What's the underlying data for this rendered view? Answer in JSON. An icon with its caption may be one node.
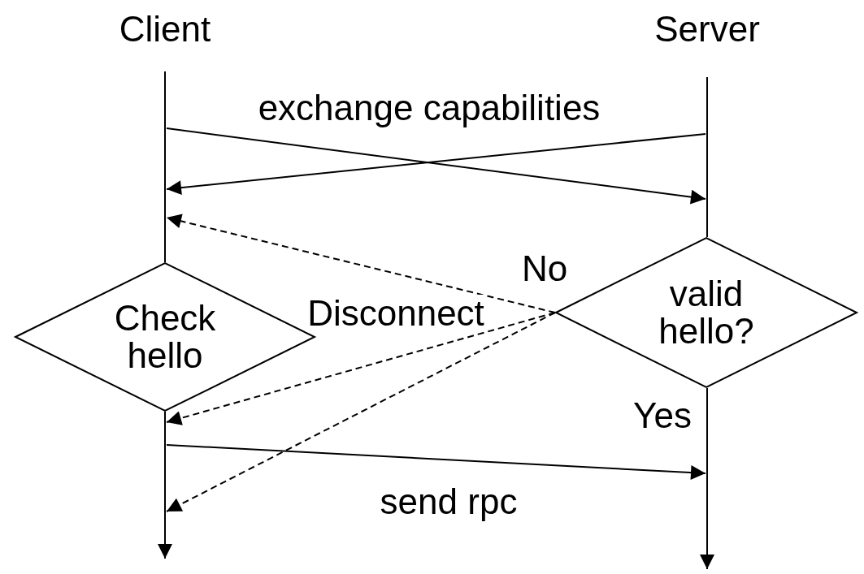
{
  "diagram": {
    "nodes": [
      {
        "text": [
          "Client"
        ]
      },
      {
        "text": [
          "Server"
        ]
      },
      {
        "text": [],
        "shape": "bar"
      },
      {
        "text": [],
        "shape": "bar"
      },
      {
        "text": [
          "Check hello"
        ]
      },
      {
        "text": [
          "valid hello?"
        ]
      },
      {
        "text": [],
        "shape": "bar"
      },
      {
        "text": [],
        "shape": "bar"
      }
    ],
    "edges": [
      {
        "from": 2,
        "to": 3,
        "arrow": "to",
        "label": "exchange capabilities"
      },
      {
        "from": 3,
        "to": 2,
        "arrow": "to"
      },
      {
        "from": 5,
        "to": 2,
        "arrow": "to",
        "style": "dashed",
        "label": "No"
      },
      {
        "from": 5,
        "to": 6,
        "arrow": "to",
        "style": "dashed",
        "label": "Disconnect"
      },
      {
        "from": 5,
        "to": 6,
        "arrow": "to",
        "style": "dashed"
      },
      {
        "from": 6,
        "to": 7,
        "arrow": "to",
        "label": "send rpc"
      }
    ],
    "labels": [
      "Yes"
    ]
  }
}
